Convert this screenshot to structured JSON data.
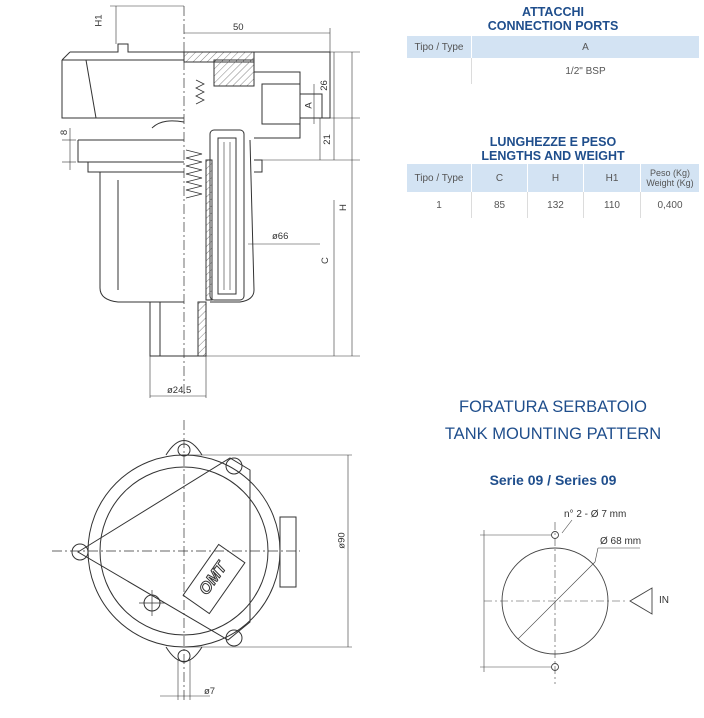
{
  "ports": {
    "title_it": "ATTACCHI",
    "title_en": "CONNECTION PORTS",
    "headers": [
      "Tipo / Type",
      "A"
    ],
    "rows": [
      [
        "",
        "1/2\" BSP"
      ]
    ]
  },
  "lengths": {
    "title_it": "LUNGHEZZE E PESO",
    "title_en": "LENGTHS AND WEIGHT",
    "headers": [
      "Tipo / Type",
      "C",
      "H",
      "H1",
      "Peso (Kg)",
      "Weight (Kg)"
    ],
    "rows": [
      [
        "1",
        "85",
        "132",
        "110",
        "0,400"
      ]
    ]
  },
  "mounting": {
    "title_it": "FORATURA SERBATOIO",
    "title_en": "TANK MOUNTING PATTERN",
    "series": "Serie 09 / Series 09",
    "holes": "n° 2 - Ø 7 mm",
    "circle": "Ø 68 mm",
    "inlet": "IN"
  },
  "drawing": {
    "dim_50": "50",
    "dim_H1": "H1",
    "dim_8": "8",
    "dim_26": "26",
    "dim_A": "A",
    "dim_21": "21",
    "dim_H": "H",
    "dim_C": "C",
    "dim_66": "ø66",
    "dim_24_5": "ø24.5",
    "dim_90": "ø90",
    "dim_7": "ø7",
    "logo": "OMT"
  },
  "colors": {
    "accent": "#1f4e8c",
    "table_header": "#d3e3f3"
  }
}
